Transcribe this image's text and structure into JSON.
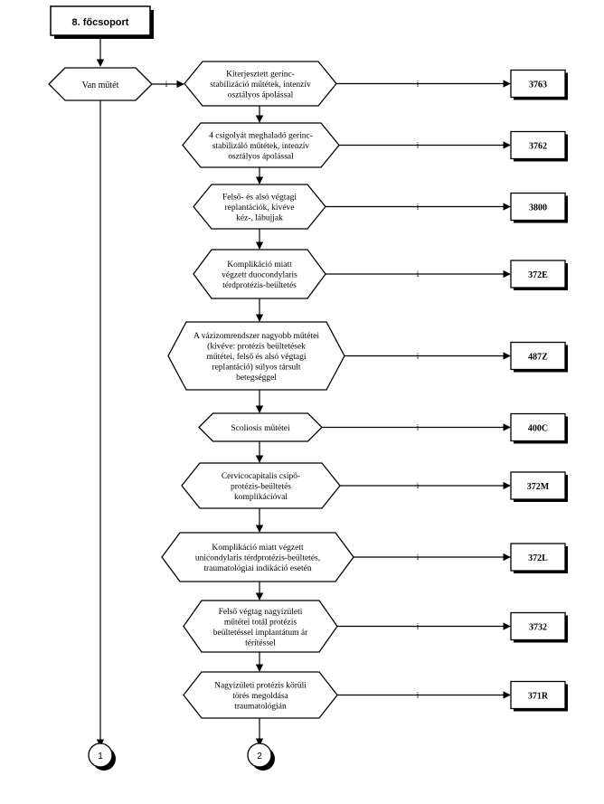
{
  "title": "8. főcsoport",
  "start_node": "Van műtét",
  "yes_mark": "i",
  "decisions": [
    {
      "lines": [
        "Kiterjesztett gerinc-",
        "stabilizáció műtétek, intenzív",
        "osztályos ápolással"
      ],
      "code": "3763"
    },
    {
      "lines": [
        "4 csigolyát meghaladó gerinc-",
        "stabilizáló műtétek, intenzív",
        "osztályos ápolással"
      ],
      "code": "3762"
    },
    {
      "lines": [
        "Felső-  és alsó végtagi",
        "replantációk,  kivéve",
        "kéz-, lábujjak"
      ],
      "code": "3800"
    },
    {
      "lines": [
        "Komplikáció miatt",
        "végzett duocondylaris",
        "térdprotézis-beültetés"
      ],
      "code": "372E"
    },
    {
      "lines": [
        "A vázizomrendszer nagyobb műtétei",
        "(kivéve: protézis beültetések",
        "műtétei, felső és  alsó végtagi",
        "replantáció) súlyos társult",
        "betegséggel"
      ],
      "code": "487Z"
    },
    {
      "lines": [
        "Scoliosis műtétei"
      ],
      "code": "400C"
    },
    {
      "lines": [
        "Cervicocapitalis  csípő-",
        "protézis-beültetés",
        "komplikációval"
      ],
      "code": "372M"
    },
    {
      "lines": [
        "Komplikáció miatt végzett",
        "unicondylaris térdprotézis-beültetés,",
        "traumatológiai indikáció esetén"
      ],
      "code": "372L"
    },
    {
      "lines": [
        "Felső végtag nagyízületi",
        "műtétei totál protézis",
        "beültetéssel implantátum ár",
        "térítéssel"
      ],
      "code": "3732"
    },
    {
      "lines": [
        "Nagyízületi protézis körüli",
        "törés megoldása",
        "traumatológián"
      ],
      "code": "371R"
    }
  ],
  "connectors": [
    "1",
    "2"
  ]
}
